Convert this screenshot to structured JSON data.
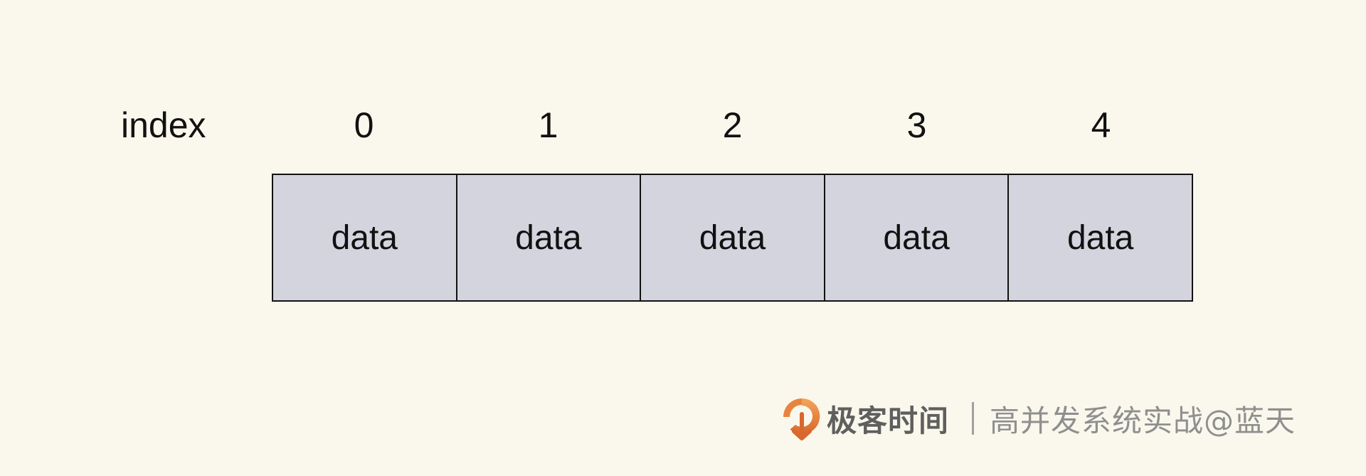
{
  "diagram": {
    "index_label": "index",
    "indices": [
      "0",
      "1",
      "2",
      "3",
      "4"
    ],
    "cells": [
      "data",
      "data",
      "data",
      "data",
      "data"
    ],
    "cell_fill": "#d4d4df",
    "background": "#faf8ec"
  },
  "watermark": {
    "logo_icon": "geekbang-logo-icon",
    "brand": "极客时间",
    "course": "高并发系统实战@蓝天"
  }
}
